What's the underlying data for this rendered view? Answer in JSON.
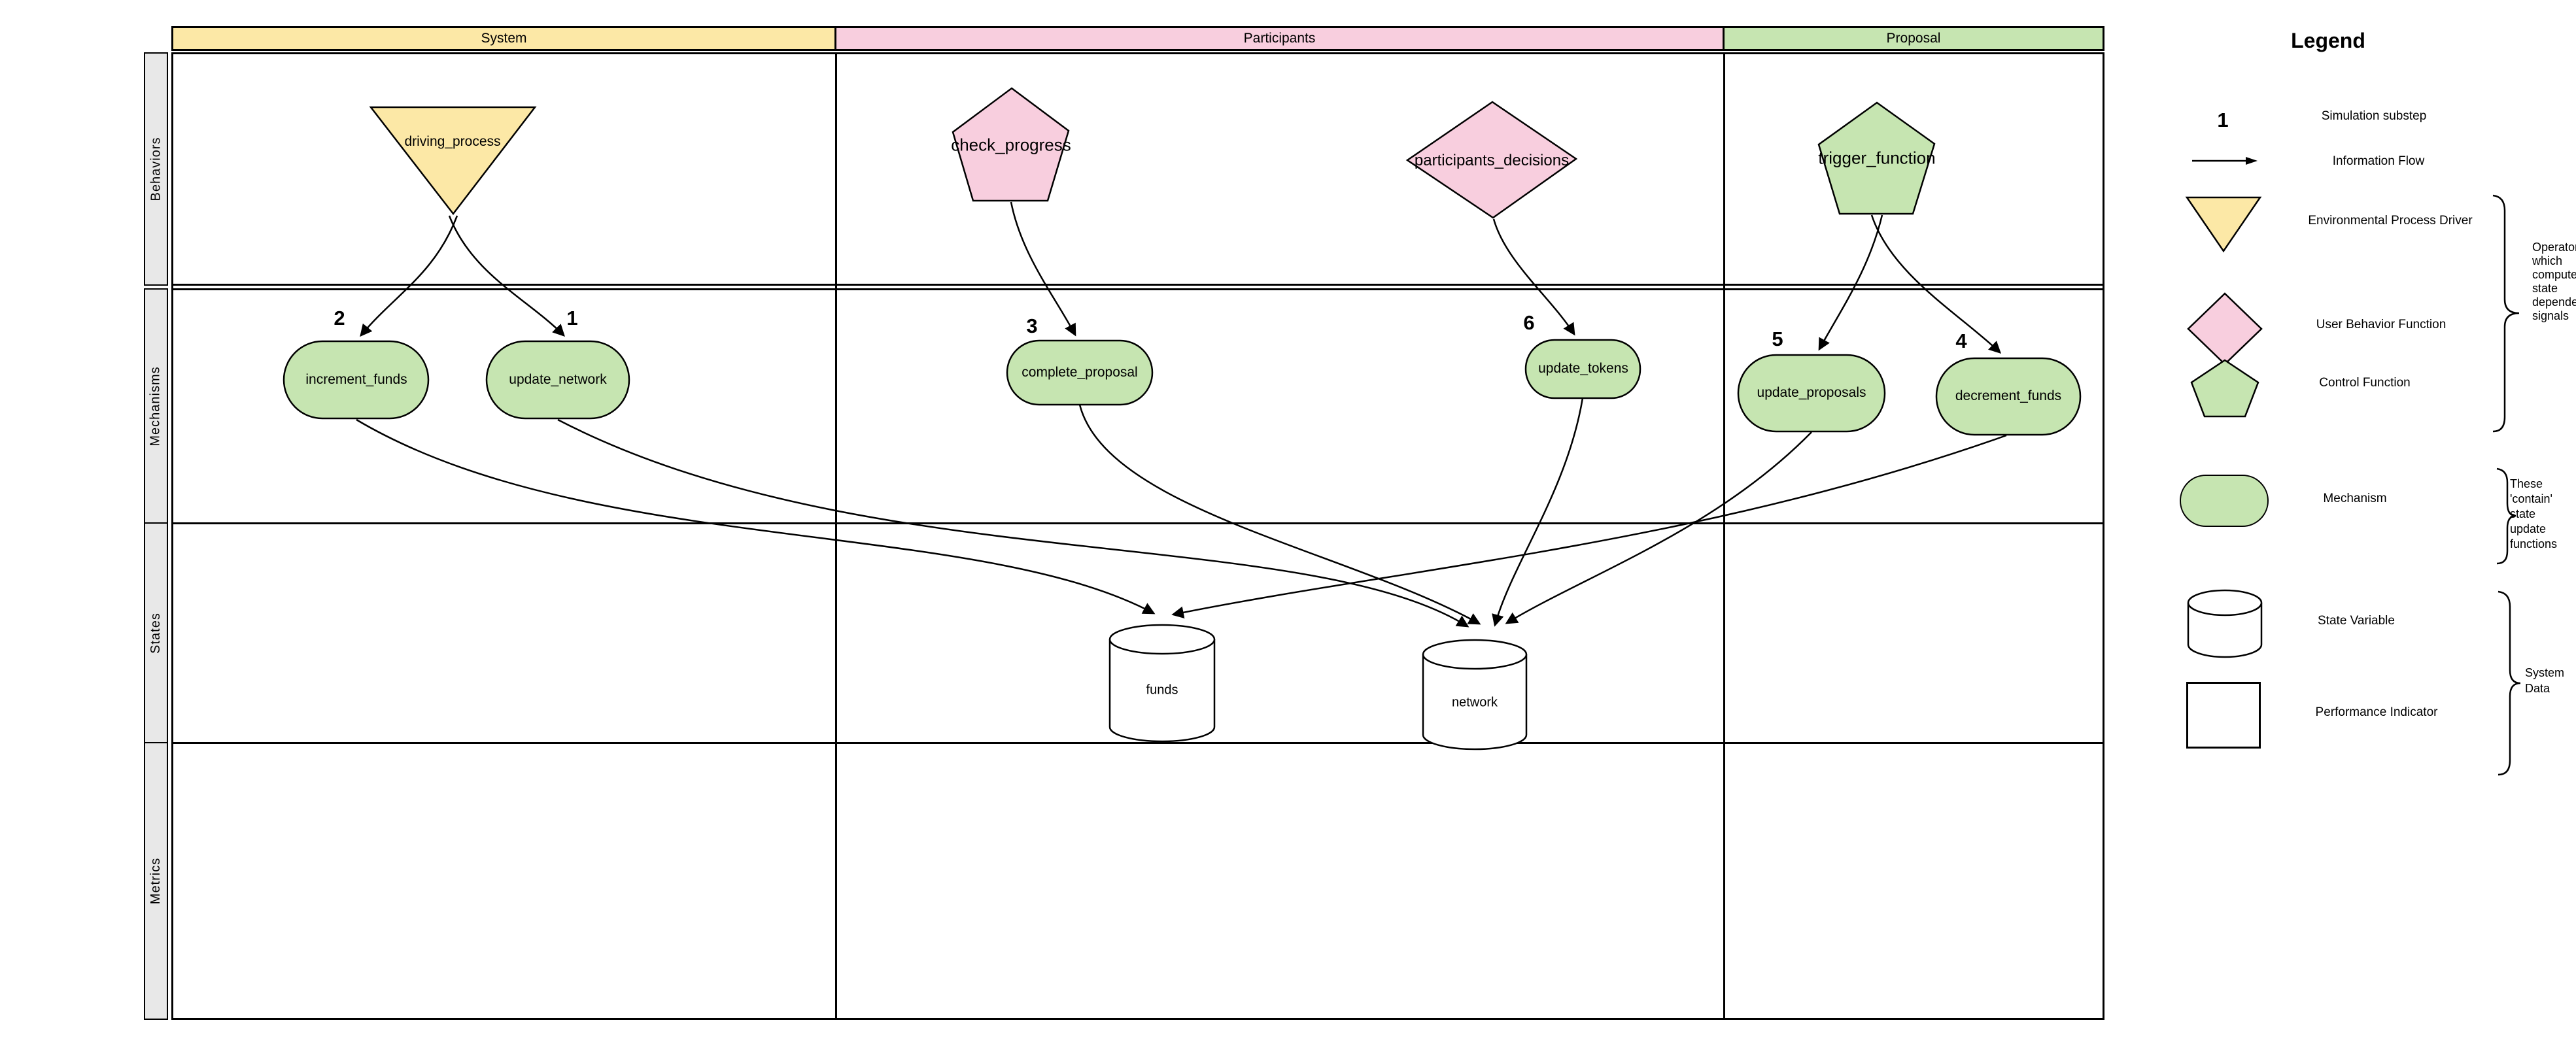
{
  "diagram_type": "cadCAD differential specification swimlane diagram",
  "header": {
    "columns": [
      {
        "label": "System"
      },
      {
        "label": "Participants"
      },
      {
        "label": "Proposal"
      }
    ]
  },
  "lanes": [
    {
      "label": "Behaviors"
    },
    {
      "label": "Mechanisms"
    },
    {
      "label": "States"
    },
    {
      "label": "Metrics"
    }
  ],
  "nodes": {
    "driving_process": {
      "label": "driving_process",
      "type": "environmental-process-driver",
      "shape": "inverted-triangle",
      "lane": "Behaviors",
      "column": "System"
    },
    "check_progress": {
      "label": "check_progress",
      "type": "function",
      "shape": "pentagon",
      "lane": "Behaviors",
      "column": "Participants"
    },
    "participants_decisions": {
      "label": "participants_decisions",
      "type": "user-behavior-function",
      "shape": "diamond",
      "lane": "Behaviors",
      "column": "Participants"
    },
    "trigger_function": {
      "label": "trigger_function",
      "type": "control-function",
      "shape": "pentagon",
      "lane": "Behaviors",
      "column": "Proposal"
    },
    "increment_funds": {
      "label": "increment_funds",
      "type": "mechanism",
      "shape": "stadium",
      "lane": "Mechanisms",
      "column": "System"
    },
    "update_network": {
      "label": "update_network",
      "type": "mechanism",
      "shape": "stadium",
      "lane": "Mechanisms",
      "column": "System"
    },
    "complete_proposal": {
      "label": "complete_proposal",
      "type": "mechanism",
      "shape": "stadium",
      "lane": "Mechanisms",
      "column": "Participants"
    },
    "update_tokens": {
      "label": "update_tokens",
      "type": "mechanism",
      "shape": "stadium",
      "lane": "Mechanisms",
      "column": "Participants"
    },
    "update_proposals": {
      "label": "update_proposals",
      "type": "mechanism",
      "shape": "stadium",
      "lane": "Mechanisms",
      "column": "Proposal"
    },
    "decrement_funds": {
      "label": "decrement_funds",
      "type": "mechanism",
      "shape": "stadium",
      "lane": "Mechanisms",
      "column": "Proposal"
    },
    "funds": {
      "label": "funds",
      "type": "state-variable",
      "shape": "cylinder",
      "lane": "States",
      "column": "Participants"
    },
    "network": {
      "label": "network",
      "type": "state-variable",
      "shape": "cylinder",
      "lane": "States",
      "column": "Participants"
    }
  },
  "edges": [
    {
      "from": "driving_process",
      "to": "update_network",
      "substep": "1"
    },
    {
      "from": "driving_process",
      "to": "increment_funds",
      "substep": "2"
    },
    {
      "from": "check_progress",
      "to": "complete_proposal",
      "substep": "3"
    },
    {
      "from": "trigger_function",
      "to": "decrement_funds",
      "substep": "4"
    },
    {
      "from": "trigger_function",
      "to": "update_proposals",
      "substep": "5"
    },
    {
      "from": "participants_decisions",
      "to": "update_tokens",
      "substep": "6"
    },
    {
      "from": "increment_funds",
      "to": "funds"
    },
    {
      "from": "decrement_funds",
      "to": "funds"
    },
    {
      "from": "update_network",
      "to": "network"
    },
    {
      "from": "complete_proposal",
      "to": "network"
    },
    {
      "from": "update_tokens",
      "to": "network"
    },
    {
      "from": "update_proposals",
      "to": "network"
    }
  ],
  "legend": {
    "title": "Legend",
    "items": [
      {
        "icon": "substep-number",
        "label": "Simulation substep"
      },
      {
        "icon": "arrow",
        "label": "Information Flow"
      },
      {
        "icon": "yellow-triangle",
        "label": "Environmental Process Driver"
      },
      {
        "icon": "pink-diamond",
        "label": "User Behavior Function"
      },
      {
        "icon": "green-pentagon",
        "label": "Control Function"
      },
      {
        "icon": "green-stadium",
        "label": "Mechanism"
      },
      {
        "icon": "cylinder",
        "label": "State Variable"
      },
      {
        "icon": "square",
        "label": "Performance Indicator"
      }
    ],
    "substep_symbol": "1",
    "annotations": {
      "operators": "Operators\nwhich\ncompute\nstate\ndependent\nsignals",
      "contain": "These\n'contain'\nstate\nupdate\nfunctions",
      "system_data": "System\nData"
    }
  },
  "colors": {
    "yellow": "#fce8a6",
    "pink": "#f8cede",
    "green": "#c6e5b1",
    "lane_gray": "#e8e8e8",
    "stroke": "#000000"
  }
}
